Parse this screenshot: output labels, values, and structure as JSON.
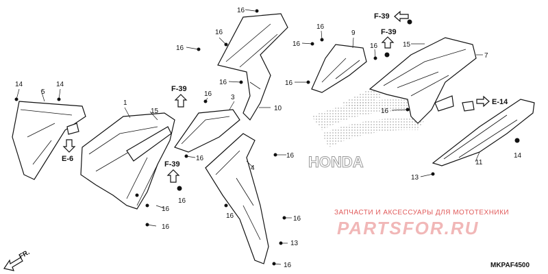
{
  "diagram": {
    "callouts": {
      "p1": "1",
      "p3": "3",
      "p4": "4",
      "p5": "5",
      "p7": "7",
      "p9": "9",
      "p10": "10",
      "p11": "11",
      "p13": "13",
      "p14": "14",
      "p15": "15",
      "p16": "16"
    },
    "refs": {
      "f39": "F-39",
      "e6": "E-6",
      "e14": "E-14"
    },
    "front_label": "FR.",
    "brand_logo_text": "HONDA",
    "watermark_caption": "ЗАПЧАСТИ И АКСЕССУАРЫ ДЛЯ МОТОТЕХНИКИ",
    "watermark_brand": "PARTSFOR.RU",
    "diagram_code": "MKPAF4500"
  }
}
